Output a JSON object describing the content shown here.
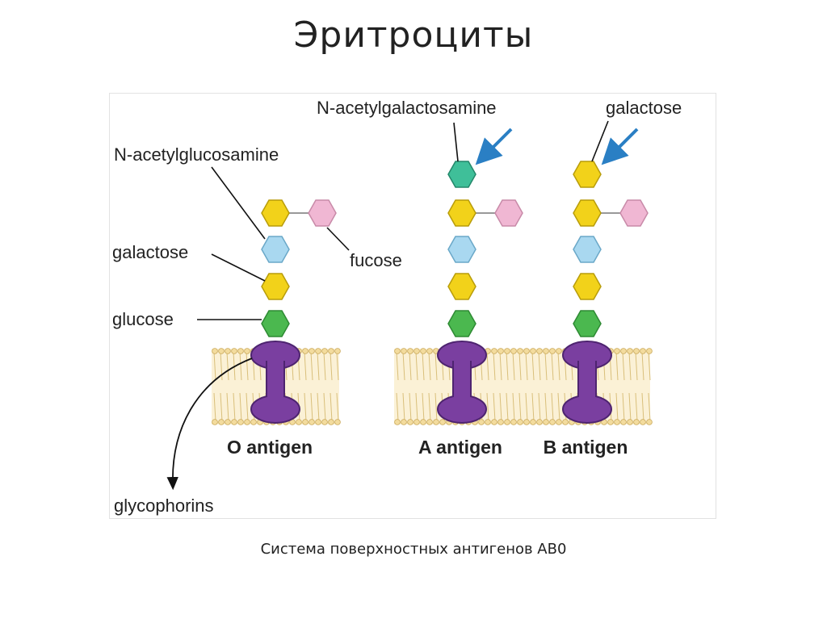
{
  "slide": {
    "title": "Эритроциты",
    "caption": "Система поверхностных антигенов АВ0"
  },
  "diagram": {
    "labels": {
      "n_acetylglucosamine": "N-acetylglucosamine",
      "galactose_left": "galactose",
      "glucose": "glucose",
      "fucose": "fucose",
      "glycophorins": "glycophorins",
      "n_acetylgalactosamine": "N-acetylgalactosamine",
      "galactose_right": "galactose"
    },
    "antigens": {
      "o": "O antigen",
      "a": "A antigen",
      "b": "B antigen"
    },
    "colors": {
      "glucose": "#4bb84f",
      "galactose": "#f2d21a",
      "n_acetylglucosamine": "#a9d8f0",
      "fucose": "#f0b7d3",
      "n_acetylgalactosamine": "#3fbf99",
      "glycophorin": "#7a3fa0",
      "arrow_blue": "#2a7fc4",
      "membrane_head": "#f3dc9e"
    }
  }
}
